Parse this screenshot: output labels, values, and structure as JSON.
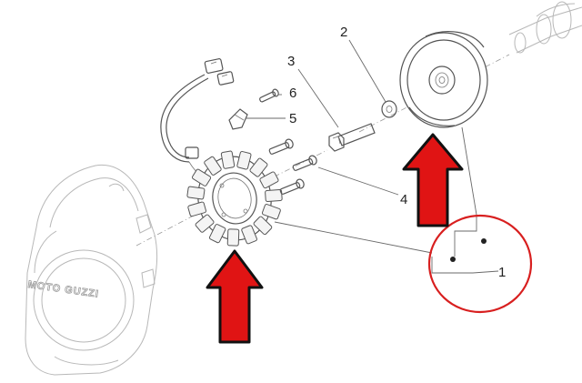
{
  "diagram": {
    "callouts": [
      "1",
      "2",
      "3",
      "4",
      "5",
      "6"
    ],
    "engraved_text": "MOTO GUZZI",
    "highlight_color": "#d81f1f",
    "arrow_color": "#e01414",
    "arrow_outline": "#111111"
  }
}
